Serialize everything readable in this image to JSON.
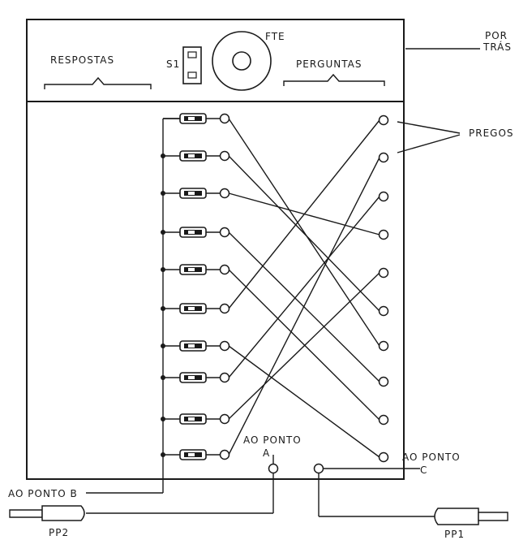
{
  "labels": {
    "respostas": "RESPOSTAS",
    "perguntas": "PERGUNTAS",
    "fte": "FTE",
    "s1": "S1",
    "por": "POR",
    "tras": "TRÁS",
    "pregos": "PREGOS",
    "ao_ponto_a_1": "AO PONTO",
    "ao_ponto_a_2": "A",
    "ao_ponto_c_1": "AO PONTO",
    "ao_ponto_c_2": "C",
    "ao_ponto_b": "AO PONTO  B",
    "pp2": "PP2",
    "pp1": "PP1"
  },
  "connections": [
    {
      "answer": 1,
      "question": 7
    },
    {
      "answer": 2,
      "question": 6
    },
    {
      "answer": 3,
      "question": 4
    },
    {
      "answer": 4,
      "question": 8
    },
    {
      "answer": 5,
      "question": 9
    },
    {
      "answer": 6,
      "question": 1
    },
    {
      "answer": 7,
      "question": 10
    },
    {
      "answer": 8,
      "question": 3
    },
    {
      "answer": 9,
      "question": 5
    },
    {
      "answer": 10,
      "question": 2
    }
  ]
}
